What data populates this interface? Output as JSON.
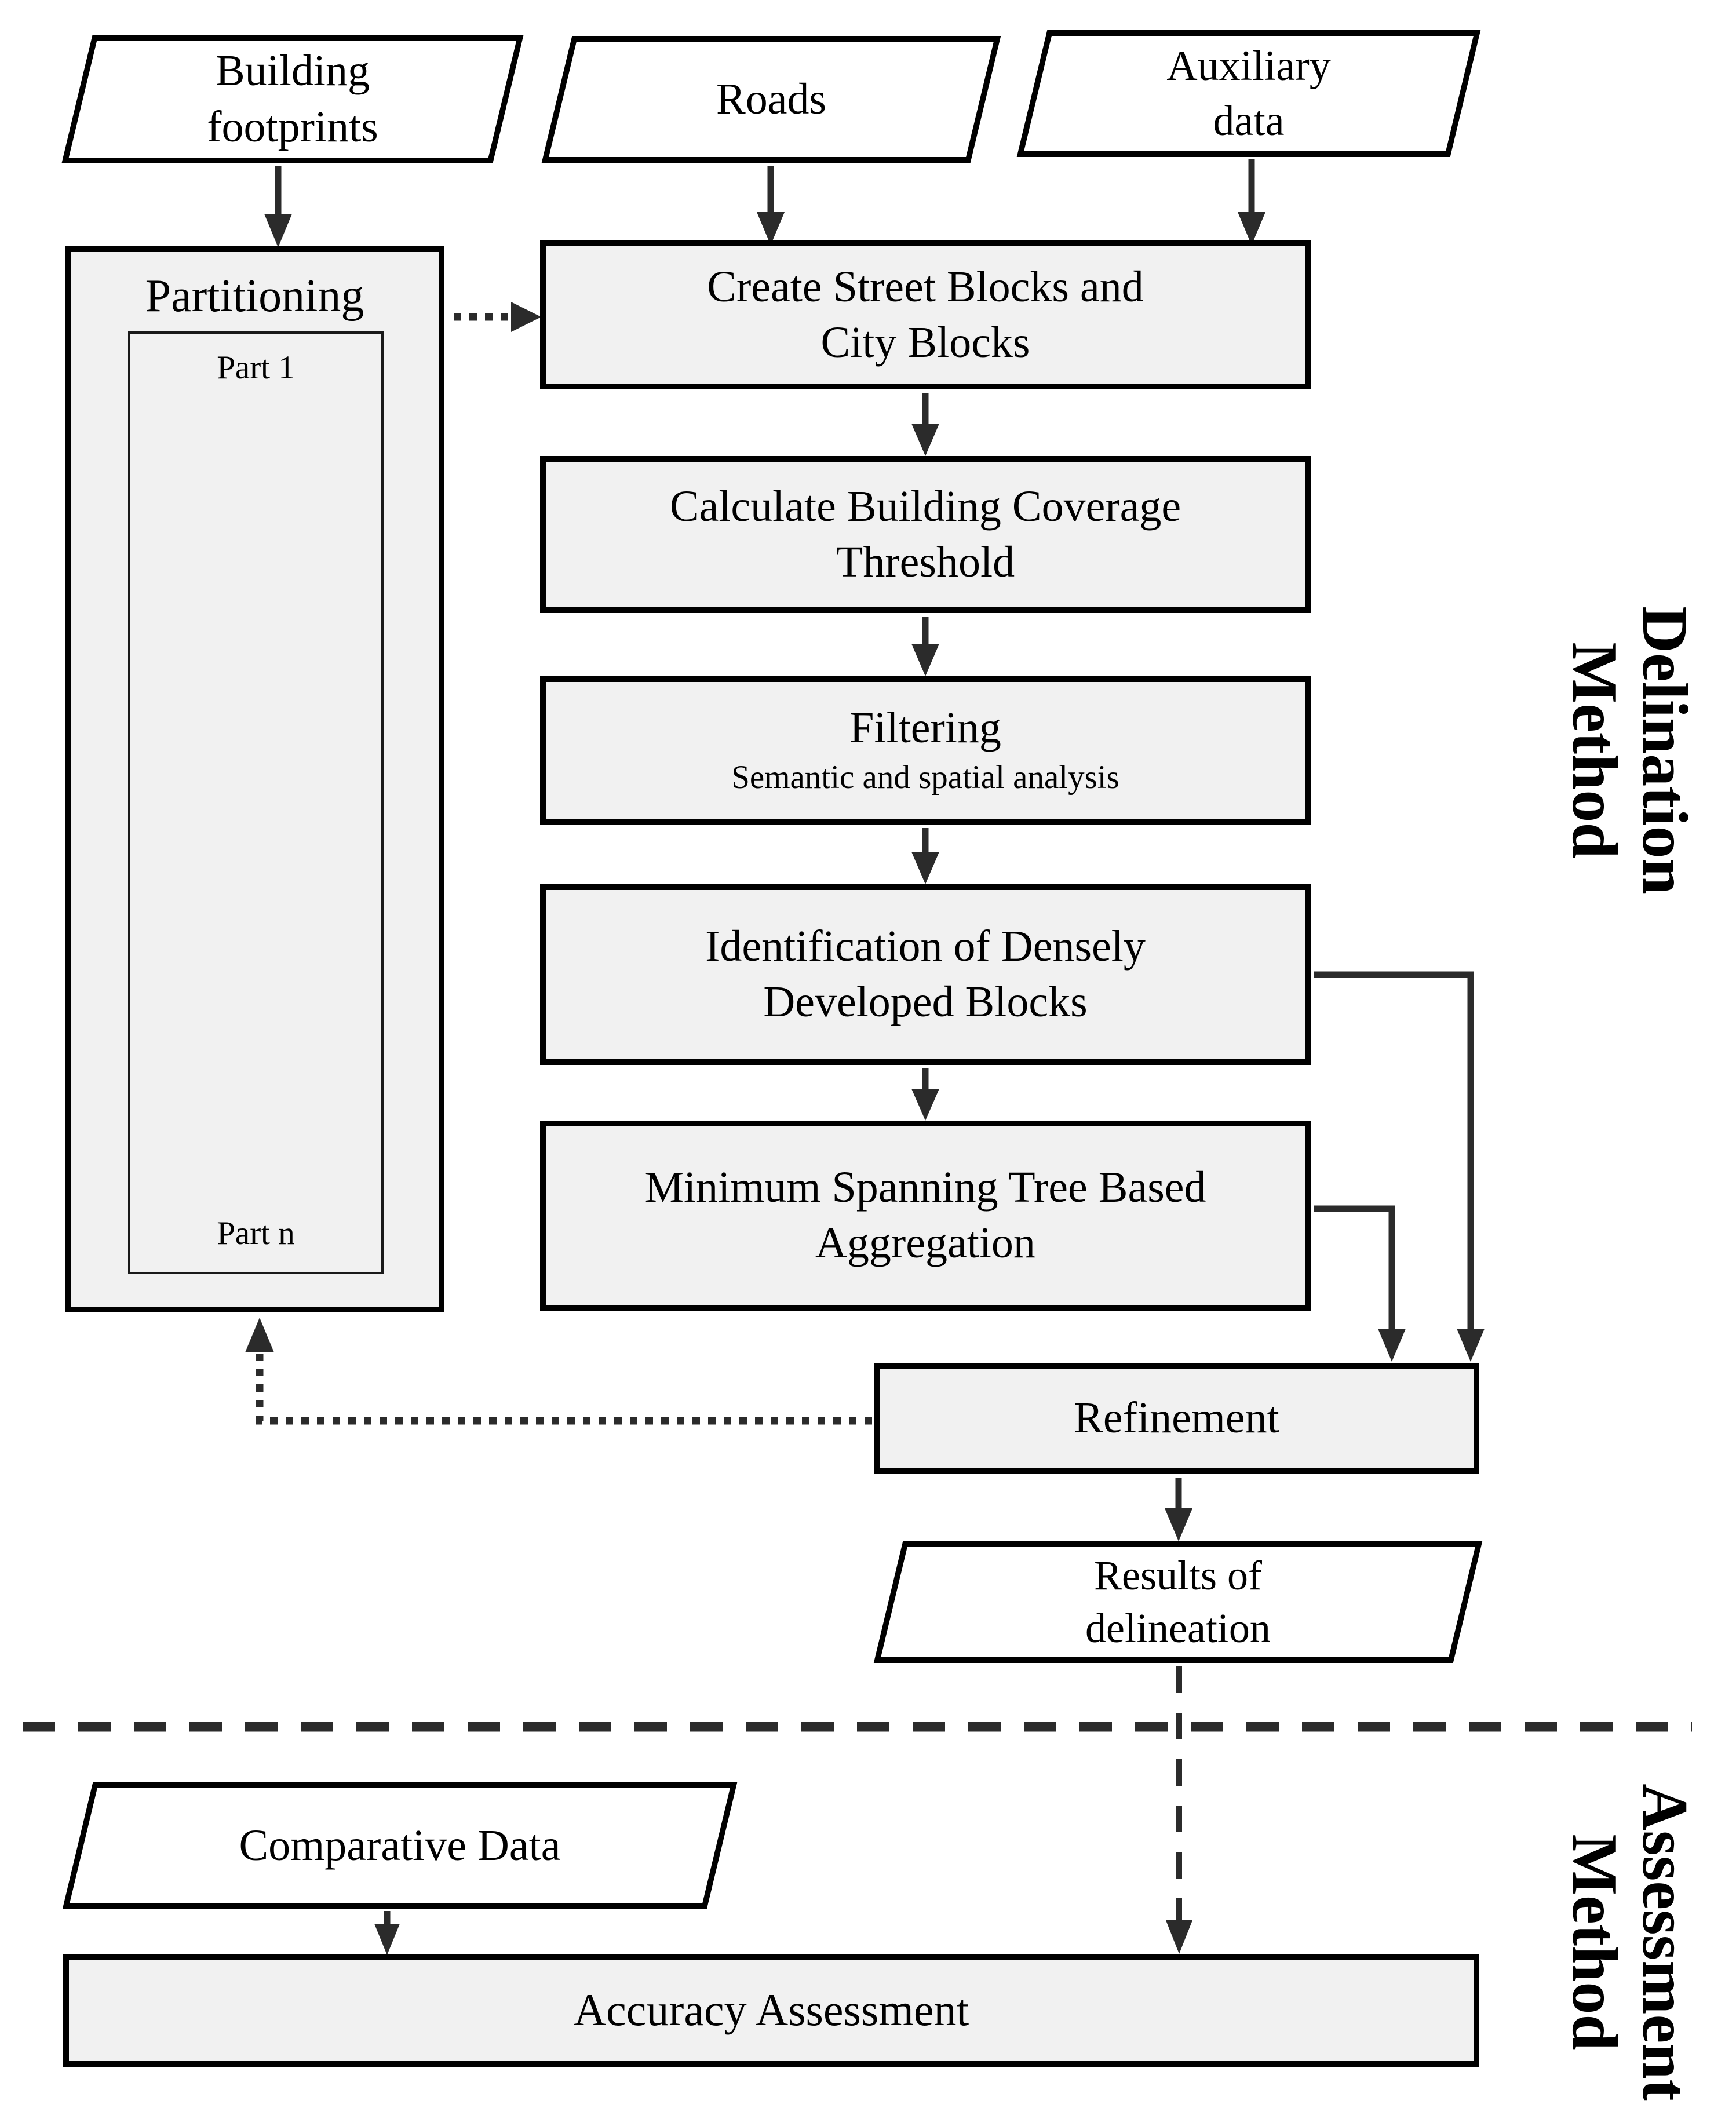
{
  "diagram": {
    "inputs": {
      "building": {
        "line1": "Building",
        "line2": "footprints"
      },
      "roads": {
        "label": "Roads"
      },
      "auxiliary": {
        "line1": "Auxiliary",
        "line2": "data"
      }
    },
    "partitioning": {
      "title": "Partitioning",
      "part_first": "Part 1",
      "part_last": "Part n"
    },
    "steps": {
      "create_blocks": {
        "line1": "Create Street Blocks and",
        "line2": "City Blocks"
      },
      "coverage_threshold": {
        "line1": "Calculate Building Coverage",
        "line2": "Threshold"
      },
      "filtering": {
        "title": "Filtering",
        "subtitle": "Semantic and spatial analysis"
      },
      "identification": {
        "line1": "Identification of Densely",
        "line2": "Developed Blocks"
      },
      "mst_aggregation": {
        "line1": "Minimum Spanning Tree Based",
        "line2": "Aggregation"
      },
      "refinement": {
        "label": "Refinement"
      }
    },
    "outputs": {
      "results": {
        "line1": "Results of",
        "line2": "delineation"
      }
    },
    "assessment": {
      "comparative": {
        "label": "Comparative Data"
      },
      "accuracy": {
        "label": "Accuracy Assessment"
      }
    },
    "section_labels": {
      "delineation": {
        "line1": "Delination",
        "line2": "Method"
      },
      "assessment": {
        "line1": "Assessment",
        "line2": "Method"
      }
    },
    "colors": {
      "background": "#ffffff",
      "box_fill": "#f1f1f1",
      "parallelogram_fill": "#ffffff",
      "border": "#000000",
      "line": "#2b2b2b"
    }
  }
}
